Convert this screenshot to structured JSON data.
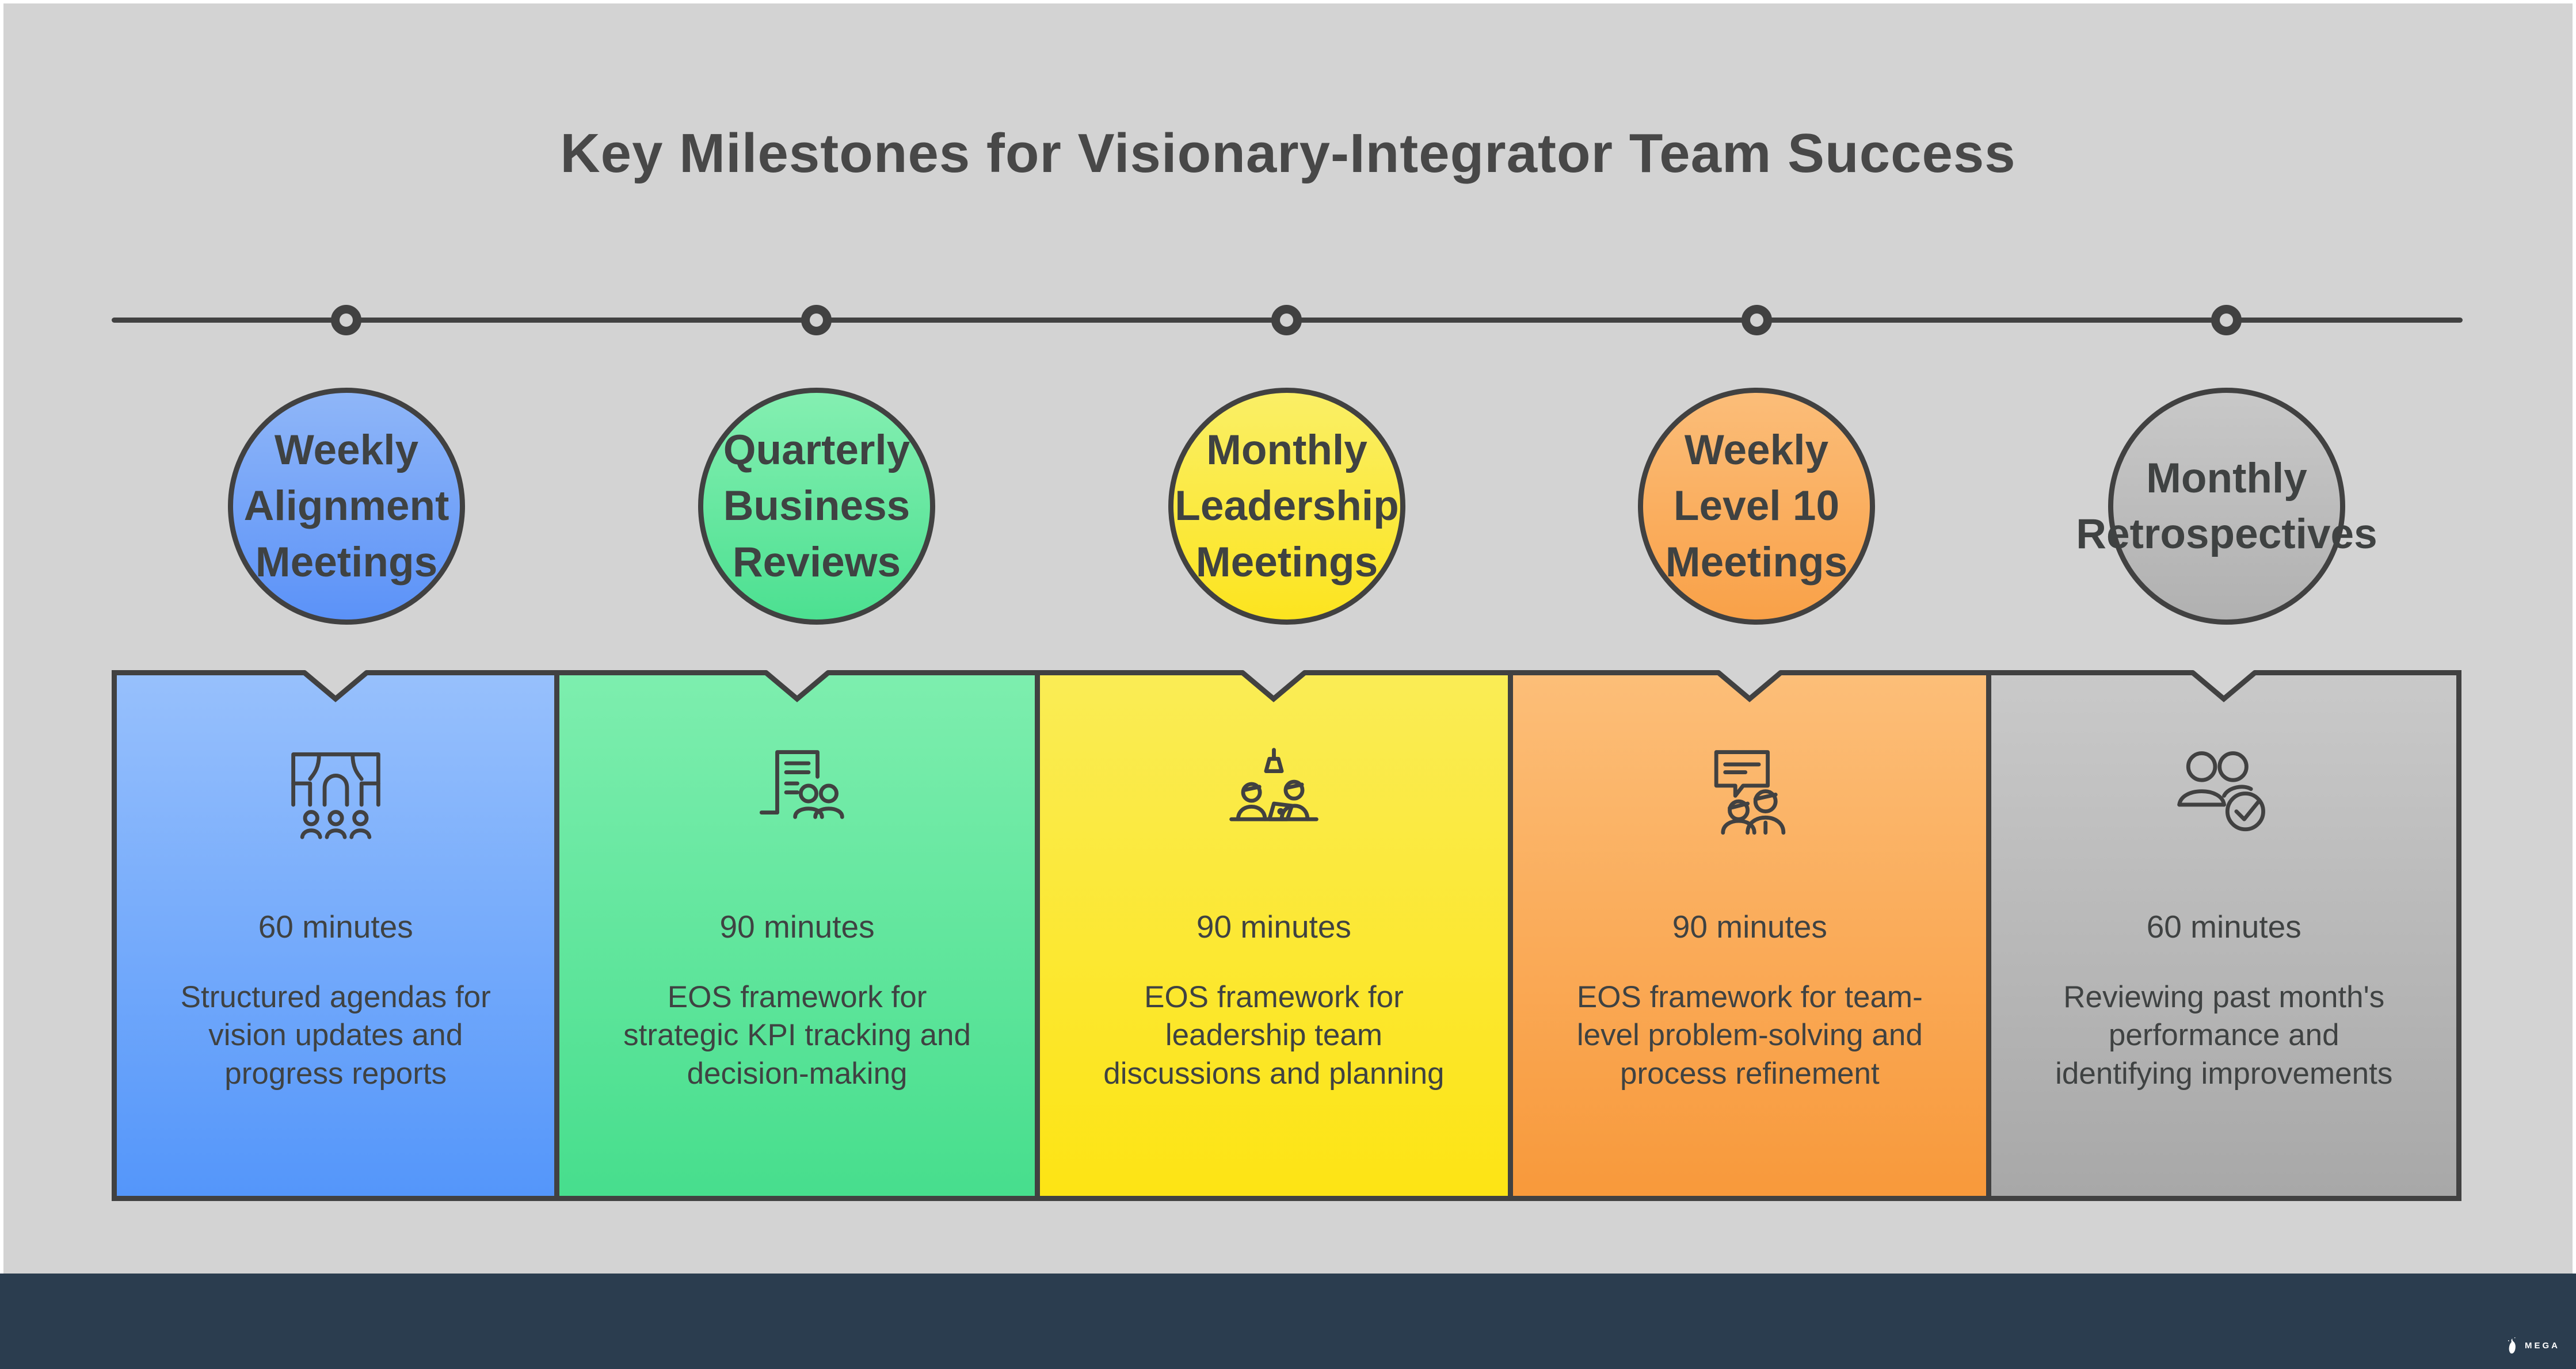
{
  "title": "Key Milestones for Visionary-Integrator Team Success",
  "colors": {
    "page_margin": "#FFFFFF",
    "panel_background": "#D3D3D3",
    "stroke": "#414141",
    "title_text": "#484848",
    "body_text": "#3F4242",
    "footer_background": "#2B3D4F",
    "footer_text": "#FFFFFF"
  },
  "timeline": {
    "node_count": 5
  },
  "milestones": [
    {
      "label": "Weekly\nAlignment\nMeetings",
      "duration": "60 minutes",
      "description": "Structured agendas for\nvision updates and\nprogress reports",
      "icon": "meeting-room-icon",
      "circle_gradient": [
        "#8FB6F8",
        "#5B92F8"
      ],
      "card_gradient": [
        "#97C0FC",
        "#5496FA"
      ]
    },
    {
      "label": "Quarterly\nBusiness\nReviews",
      "duration": "90 minutes",
      "description": "EOS framework for\nstrategic KPI tracking and\ndecision-making",
      "icon": "kpi-report-icon",
      "circle_gradient": [
        "#84EFB1",
        "#4CE091"
      ],
      "card_gradient": [
        "#7DEEAE",
        "#47DE8D"
      ]
    },
    {
      "label": "Monthly\nLeadership\nMeetings",
      "duration": "90 minutes",
      "description": "EOS framework for\nleadership team\ndiscussions and planning",
      "icon": "leadership-discussion-icon",
      "circle_gradient": [
        "#FAEF66",
        "#FCE41F"
      ],
      "card_gradient": [
        "#FAEC55",
        "#FDE414"
      ]
    },
    {
      "label": "Weekly\nLevel 10\nMeetings",
      "duration": "90 minutes",
      "description": "EOS framework for team-\nlevel problem-solving and\nprocess refinement",
      "icon": "team-discussion-icon",
      "circle_gradient": [
        "#FBBD79",
        "#F9A148"
      ],
      "card_gradient": [
        "#FCBE78",
        "#F8993B"
      ]
    },
    {
      "label": "Monthly\nRetrospectives",
      "duration": "60 minutes",
      "description": "Reviewing past month's\nperformance and\nidentifying improvements",
      "icon": "review-check-icon",
      "circle_gradient": [
        "#C8C8C8",
        "#B1B1B1"
      ],
      "card_gradient": [
        "#C9C9C9",
        "#A8A8A8"
      ]
    }
  ],
  "footer": {
    "brand": "MEGA"
  }
}
